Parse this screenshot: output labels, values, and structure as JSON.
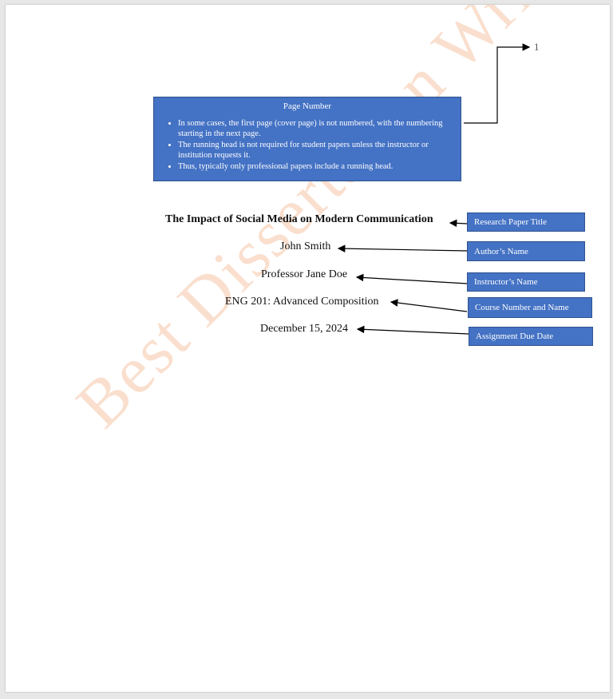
{
  "header": {
    "page_number": "1"
  },
  "info_box": {
    "title": "Page Number",
    "bullets": [
      "In some cases, the first page (cover page) is not numbered, with the numbering starting in the next page.",
      "The running head is not required for student papers unless the instructor or institution requests it.",
      "Thus, typically only professional papers include a running head."
    ]
  },
  "cover": {
    "title": "The Impact of Social Media on Modern Communication",
    "author": "John Smith",
    "instructor": "Professor Jane Doe",
    "course": "ENG 201: Advanced Composition",
    "date": "December 15, 2024"
  },
  "annotations": {
    "title_label": "Research Paper Title",
    "author_label": "Author’s Name",
    "instructor_label": "Instructor’s Name",
    "course_label": "Course Number and Name",
    "date_label": "Assignment Due Date"
  },
  "watermark": "Best Dissertation Writers",
  "colors": {
    "label_fill": "#4472c4",
    "label_border": "#2f528f",
    "watermark": "#f6c4a5"
  }
}
